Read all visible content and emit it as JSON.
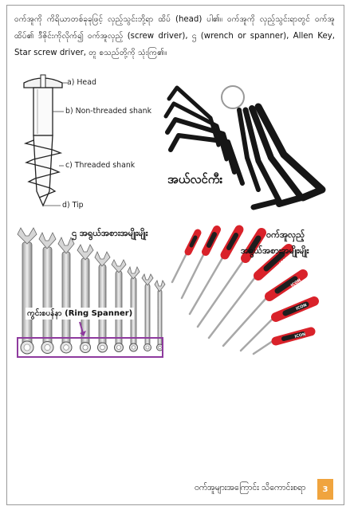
{
  "intro_text": "ဝက်အူကို ကိရိယာတစ်ခုခုဖြင့် လှည့်သွင်းဘို့ရာ ထိပ် (head) ပါ၏။ ဝက်အူကို လှည့်သွင်းရာတွင် ဝက်အူထိပ်၏ ဒီဇိုင်းကိုလိုက်၍ ဝက်အူလှည့် (screw driver), ဌ (wrench or spanner), Allen Key, Star screw driver, တူ စသည်တို့ကို သုံးကြ၏။",
  "screw_figure": {
    "labels": {
      "head": "a) Head",
      "shank": "b) Non-threaded shank",
      "threaded": "c) Threaded shank",
      "tip": "d) Tip"
    }
  },
  "allen_figure": {
    "caption": "အယ်လင်ကီး"
  },
  "wrench_figure": {
    "title": "ဌ အရွယ်အစားအမျိုးမျိုး",
    "ring_label": "ကွင်းစပန်နာ (Ring Spanner)",
    "highlight_color": "#8e3a9e"
  },
  "screwdriver_figure": {
    "title_line1": "ဝက်အူလှည့်",
    "title_line2": "အရွယ်အစားအမျိုးမျိုး",
    "brand": "ICON",
    "handle_colors": [
      "#d9222a",
      "#1e1e1e"
    ]
  },
  "footer": {
    "title": "ဝက်အူများအကြောင်း သိကောင်းစရာ",
    "page_number": "3",
    "accent": "#f0a43e"
  }
}
